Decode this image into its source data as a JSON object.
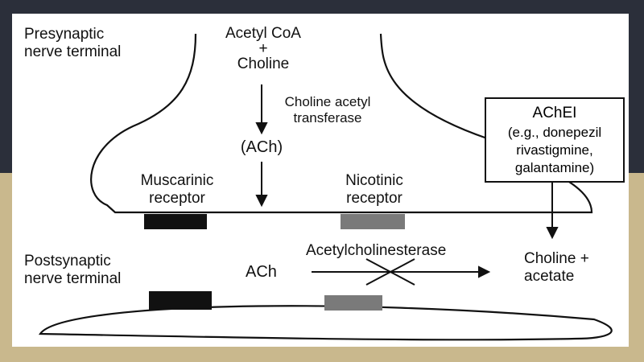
{
  "labels": {
    "presynaptic_1": "Presynaptic",
    "presynaptic_2": "nerve terminal",
    "acetyl_coa": "Acetyl CoA",
    "plus": "+",
    "choline": "Choline",
    "enzyme_1": "Choline acetyl",
    "enzyme_2": "transferase",
    "ach_presyn": "(ACh)",
    "muscarinic_1": "Muscarinic",
    "muscarinic_2": "receptor",
    "nicotinic_1": "Nicotinic",
    "nicotinic_2": "receptor",
    "postsynaptic_1": "Postsynaptic",
    "postsynaptic_2": "nerve terminal",
    "ach_cleft": "ACh",
    "acetylcholinesterase": "Acetylcholinesterase",
    "product_1": "Choline +",
    "product_2": "acetate"
  },
  "inhibitor_box": {
    "title": "AChEI",
    "examples": "(e.g., donepezil rivastigmine, galantamine)"
  },
  "colors": {
    "muscarinic": "#111111",
    "nicotinic": "#7a7a7a"
  }
}
